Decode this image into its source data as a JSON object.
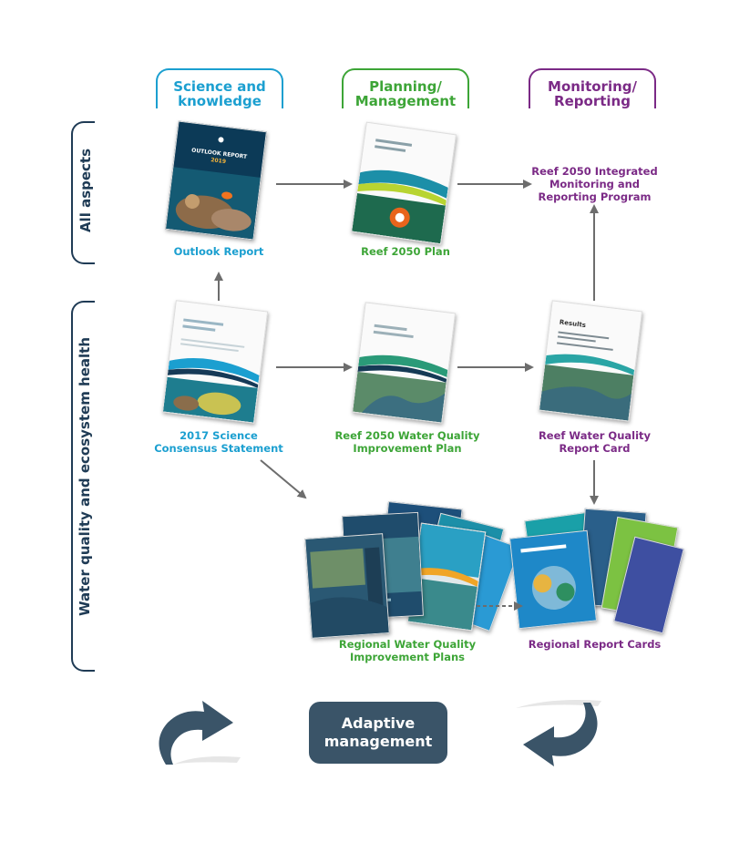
{
  "columns": {
    "science": "Science and\nknowledge",
    "planning": "Planning/\nManagement",
    "monitoring": "Monitoring/\nReporting"
  },
  "rows": {
    "all_aspects": "All aspects",
    "water_quality": "Water quality and ecosystem health"
  },
  "nodes": {
    "outlook_report": "Outlook Report",
    "reef_2050_plan": "Reef 2050 Plan",
    "integrated_monitoring": "Reef 2050 Integrated\nMonitoring and\nReporting Program",
    "science_consensus": "2017 Science\nConsensus Statement",
    "wq_improvement_plan": "Reef 2050 Water Quality\nImprovement Plan",
    "wq_report_card": "Reef Water Quality\nReport Card",
    "regional_wq_plans": "Regional Water Quality\nImprovement Plans",
    "regional_report_cards": "Regional Report Cards"
  },
  "cover_text": {
    "outlook": "OUTLOOK REPORT",
    "outlook_year": "2019",
    "results": "Results"
  },
  "cycle": {
    "label": "Adaptive\nmanagement"
  },
  "colors": {
    "science": "#1b9fd0",
    "planning": "#3da537",
    "monitoring": "#7b2a86",
    "dark": "#3a5468",
    "arrow": "#6d6d6d"
  }
}
